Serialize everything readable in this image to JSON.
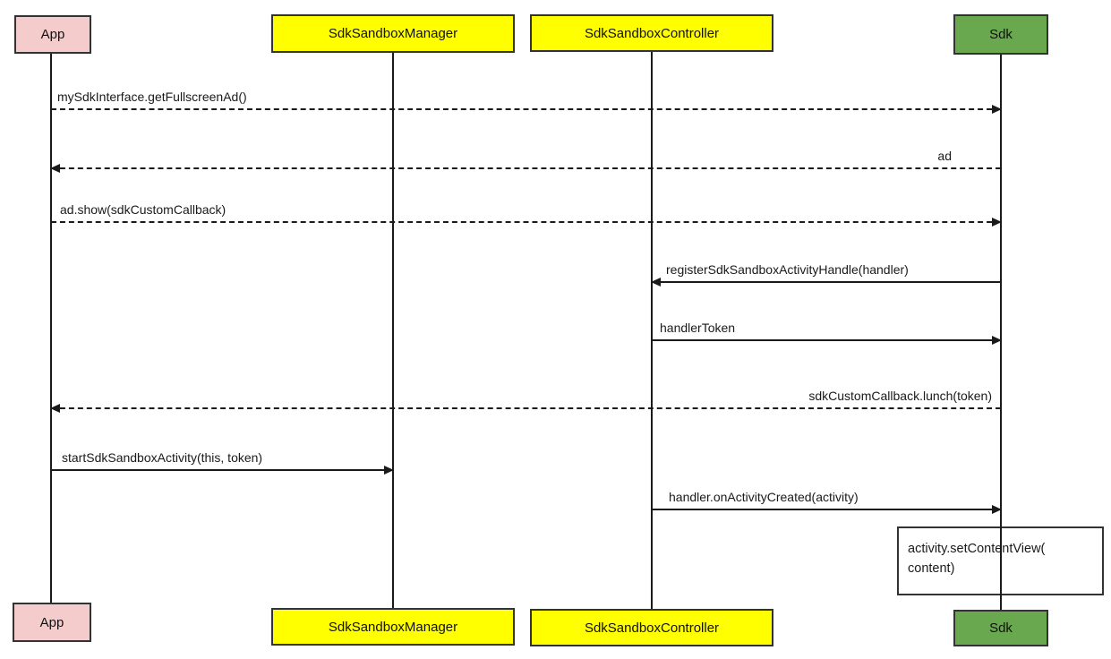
{
  "actors": [
    {
      "label": "App",
      "color": "#f4cccc"
    },
    {
      "label": "SdkSandboxManager",
      "color": "#ffff00"
    },
    {
      "label": "SdkSandboxController",
      "color": "#ffff00"
    },
    {
      "label": "Sdk",
      "color": "#6aa84f"
    }
  ],
  "messages": [
    {
      "label": "mySdkInterface.getFullscreenAd()",
      "from": "App",
      "to": "Sdk",
      "line": "dashed"
    },
    {
      "label": "ad",
      "from": "Sdk",
      "to": "App",
      "line": "dashed"
    },
    {
      "label": "ad.show(sdkCustomCallback)",
      "from": "App",
      "to": "Sdk",
      "line": "dashed"
    },
    {
      "label": "registerSdkSandboxActivityHandle(handler)",
      "from": "Sdk",
      "to": "SdkSandboxController",
      "line": "solid"
    },
    {
      "label": "handlerToken",
      "from": "SdkSandboxController",
      "to": "Sdk",
      "line": "solid"
    },
    {
      "label": "sdkCustomCallback.lunch(token)",
      "from": "Sdk",
      "to": "App",
      "line": "dashed"
    },
    {
      "label": "startSdkSandboxActivity(this, token)",
      "from": "App",
      "to": "SdkSandboxManager",
      "line": "solid"
    },
    {
      "label": "handler.onActivityCreated(activity)",
      "from": "SdkSandboxController",
      "to": "Sdk",
      "line": "solid"
    }
  ],
  "note": {
    "line1": "activity.setContentView(",
    "line2": "content)"
  },
  "colors": {
    "app_box": "#f4cccc",
    "manager_box": "#ffff00",
    "controller_box": "#ffff00",
    "sdk_box": "#6aa84f",
    "border": "#333333",
    "line": "#1a1a1a"
  }
}
